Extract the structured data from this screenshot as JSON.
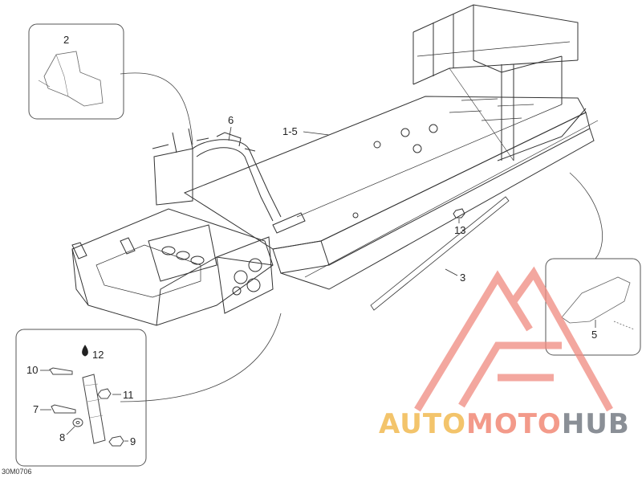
{
  "labels": {
    "p2": "2",
    "p6": "6",
    "p1_5": "1-5",
    "p13": "13",
    "p3": "3",
    "p5": "5",
    "p10": "10",
    "p12": "12",
    "p11": "11",
    "p7": "7",
    "p8": "8",
    "p9": "9"
  },
  "ref_code": "30M0706",
  "watermark": {
    "part1": "AUTO",
    "part2": "MOTO",
    "part3": "HUB"
  }
}
